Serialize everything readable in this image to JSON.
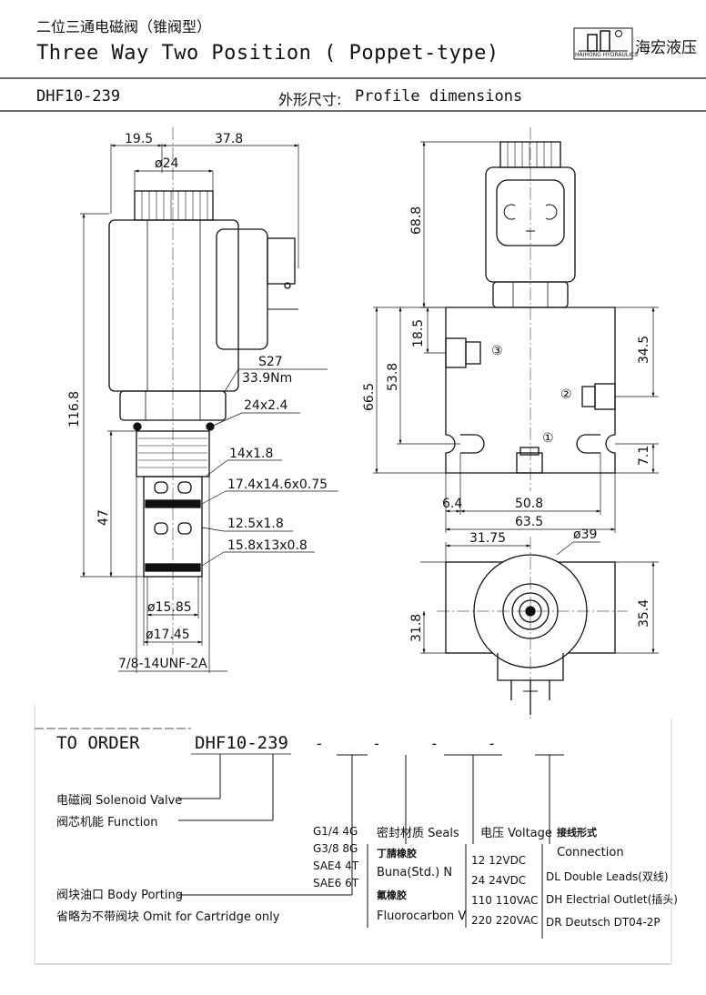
{
  "header": {
    "title_cn": "二位三通电磁阀（锥阀型）",
    "title_en": "Three Way Two Position ( Poppet-type)",
    "logo_text": "HAIHONG HYDRAULICS",
    "brand_cn": "海宏液压",
    "model": "DHF10-239",
    "section_cn": "外形尺寸:",
    "section_en": "Profile dimensions"
  },
  "side_view": {
    "dim_19_5": "19.5",
    "dim_37_8": "37.8",
    "dia_24": "ø24",
    "dim_116_8": "116.8",
    "dim_47": "47",
    "s27": "S27",
    "torque": "33.9Nm",
    "oring_24": "24x2.4",
    "oring_14": "14x1.8",
    "oring_17": "17.4x14.6x0.75",
    "oring_12": "12.5x1.8",
    "oring_15": "15.8x13x0.8",
    "dia_15_85": "ø15.85",
    "dia_17_45": "ø17.45",
    "thread": "7/8-14UNF-2A"
  },
  "front_view": {
    "dim_68_8": "68.8",
    "dim_18_5": "18.5",
    "dim_66_5": "66.5",
    "dim_53_8": "53.8",
    "dim_34_5": "34.5",
    "dim_7_1": "7.1",
    "dim_6_4": "6.4",
    "dim_50_8": "50.8",
    "dim_63_5": "63.5",
    "port_1": "①",
    "port_2": "②",
    "port_3": "③"
  },
  "top_view": {
    "dim_31_75": "31.75",
    "dia_39": "ø39",
    "dim_31_8": "31.8",
    "dim_35_4": "35.4"
  },
  "order": {
    "heading": "TO ORDER",
    "model": "DHF10-239",
    "separators": "-  -  -  -",
    "solenoid": "电磁阀 Solenoid Valve",
    "function": "阀芯机能 Function",
    "body_porting": "阀块油口 Body Porting",
    "omit": "省略为不带阀块 Omit for Cartridge only",
    "ports": [
      "G1/4  4G",
      "G3/8  8G",
      "SAE4  4T",
      "SAE6  6T"
    ],
    "seals_title": "密封材质 Seals",
    "seals": [
      {
        "cn": "丁腈橡胶",
        "en": "Buna(Std.)   N"
      },
      {
        "cn": "氟橡胶",
        "en": "Fluorocarbon  V"
      }
    ],
    "voltage_title": "电压 Voltage",
    "voltages": [
      "12   12VDC",
      "24   24VDC",
      "110  110VAC",
      "220  220VAC"
    ],
    "connection_title_cn": "接线形式",
    "connection_title_en": "Connection",
    "connections": [
      "DL  Double Leads(双线)",
      "DH  Electrial Outlet(插头)",
      "DR  Deutsch DT04-2P"
    ]
  }
}
